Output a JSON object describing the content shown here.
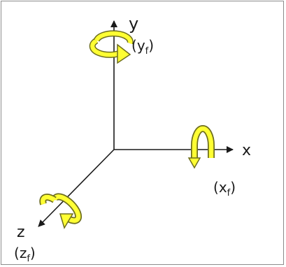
{
  "axes": {
    "x": {
      "letter": "x",
      "frame": "x",
      "open": "(",
      "close": ")",
      "sub": "f"
    },
    "y": {
      "letter": "y",
      "frame": "y",
      "open": "(",
      "close": ")",
      "sub": "f"
    },
    "z": {
      "letter": "z",
      "frame": "z",
      "open": "(",
      "close": ")",
      "sub": "f"
    }
  },
  "colors": {
    "axis": "#1a1a1a",
    "rotation_fill": "#ffff33",
    "rotation_outline": "#6e6e1e"
  }
}
